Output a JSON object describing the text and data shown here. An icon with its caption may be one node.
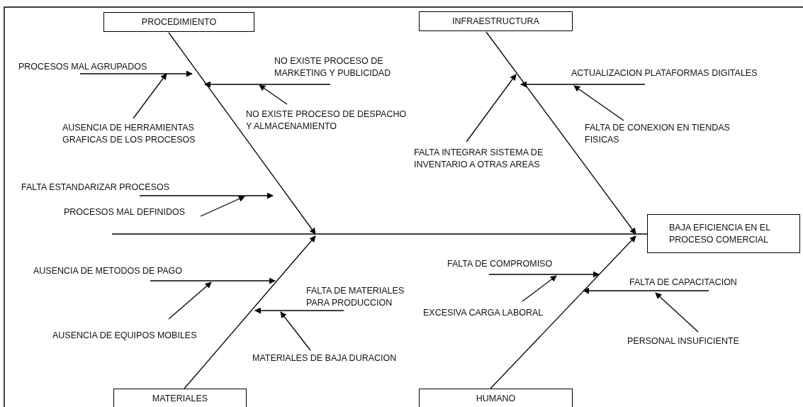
{
  "diagram": {
    "nodes": [
      {
        "text": [
          "PROCEDIMIENTO"
        ]
      },
      {
        "text": [
          "INFRAESTRUCTURA"
        ]
      },
      {
        "text": [
          "PROCESOS MAL AGRUPADOS"
        ]
      },
      {
        "text": [
          "NO EXISTE PROCESO DE MARKETING Y PUBLICIDAD"
        ]
      },
      {
        "text": [
          "ACTUALIZACION PLATAFORMAS DIGITALES"
        ]
      },
      {
        "text": [
          "NO EXISTE PROCESO DE DESPACHO Y ALMACENAMIENTO"
        ]
      },
      {
        "text": [
          "AUSENCIA DE HERRAMIENTAS GRAFICAS DE LOS PROCESOS"
        ]
      },
      {
        "text": [
          "FALTA DE CONEXION EN TIENDAS FISICAS"
        ]
      },
      {
        "text": [
          "FALTA INTEGRAR SISTEMA DE INVENTARIO A OTRAS AREAS"
        ]
      },
      {
        "text": [
          "FALTA ESTANDARIZAR PROCESOS"
        ]
      },
      {
        "text": [
          "PROCESOS MAL DEFINIDOS"
        ]
      },
      {
        "text": [
          "BAJA EFICIENCIA EN EL PROCESO COMERCIAL"
        ]
      },
      {
        "text": [
          "FALTA DE COMPROMISO"
        ]
      },
      {
        "text": [
          "AUSENCIA DE METODOS DE PAGO"
        ]
      },
      {
        "text": [
          "FALTA DE CAPACITACION"
        ]
      },
      {
        "text": [
          "FALTA DE MATERIALES PARA PRODUCCION"
        ]
      },
      {
        "text": [
          "EXCESIVA CARGA LABORAL"
        ]
      },
      {
        "text": [
          "AUSENCIA DE EQUIPOS MOBILES"
        ]
      },
      {
        "text": [
          "PERSONAL INSUFICIENTE"
        ]
      },
      {
        "text": [
          "MATERIALES DE BAJA DURACION"
        ]
      },
      {
        "text": [
          "MATERIALES"
        ]
      },
      {
        "text": [
          "HUMANO"
        ]
      }
    ],
    "edges": [
      {
        "from": null,
        "to": 11,
        "arrow": "none"
      },
      {
        "from": 0,
        "to": null,
        "arrow": "to"
      },
      {
        "from": 1,
        "to": 11,
        "arrow": "to"
      },
      {
        "from": 20,
        "to": null,
        "arrow": "to"
      },
      {
        "from": 21,
        "to": 11,
        "arrow": "to"
      },
      {
        "from": 2,
        "to": null,
        "arrow": "to"
      },
      {
        "from": 3,
        "to": null,
        "arrow": "to"
      },
      {
        "from": 4,
        "to": null,
        "arrow": "to"
      },
      {
        "from": 9,
        "to": null,
        "arrow": "to"
      },
      {
        "from": 13,
        "to": null,
        "arrow": "to"
      },
      {
        "from": 15,
        "to": null,
        "arrow": "to"
      },
      {
        "from": 12,
        "to": null,
        "arrow": "to"
      },
      {
        "from": 14,
        "to": null,
        "arrow": "to"
      },
      {
        "from": 6,
        "to": 2,
        "arrow": "to"
      },
      {
        "from": 5,
        "to": 3,
        "arrow": "to"
      },
      {
        "from": 8,
        "to": null,
        "arrow": "to"
      },
      {
        "from": 7,
        "to": 4,
        "arrow": "to"
      },
      {
        "from": 10,
        "to": null,
        "arrow": "to"
      },
      {
        "from": 17,
        "to": 13,
        "arrow": "to"
      },
      {
        "from": 19,
        "to": 15,
        "arrow": "to"
      },
      {
        "from": 16,
        "to": 12,
        "arrow": "to"
      },
      {
        "from": 18,
        "to": 14,
        "arrow": "to"
      }
    ]
  }
}
